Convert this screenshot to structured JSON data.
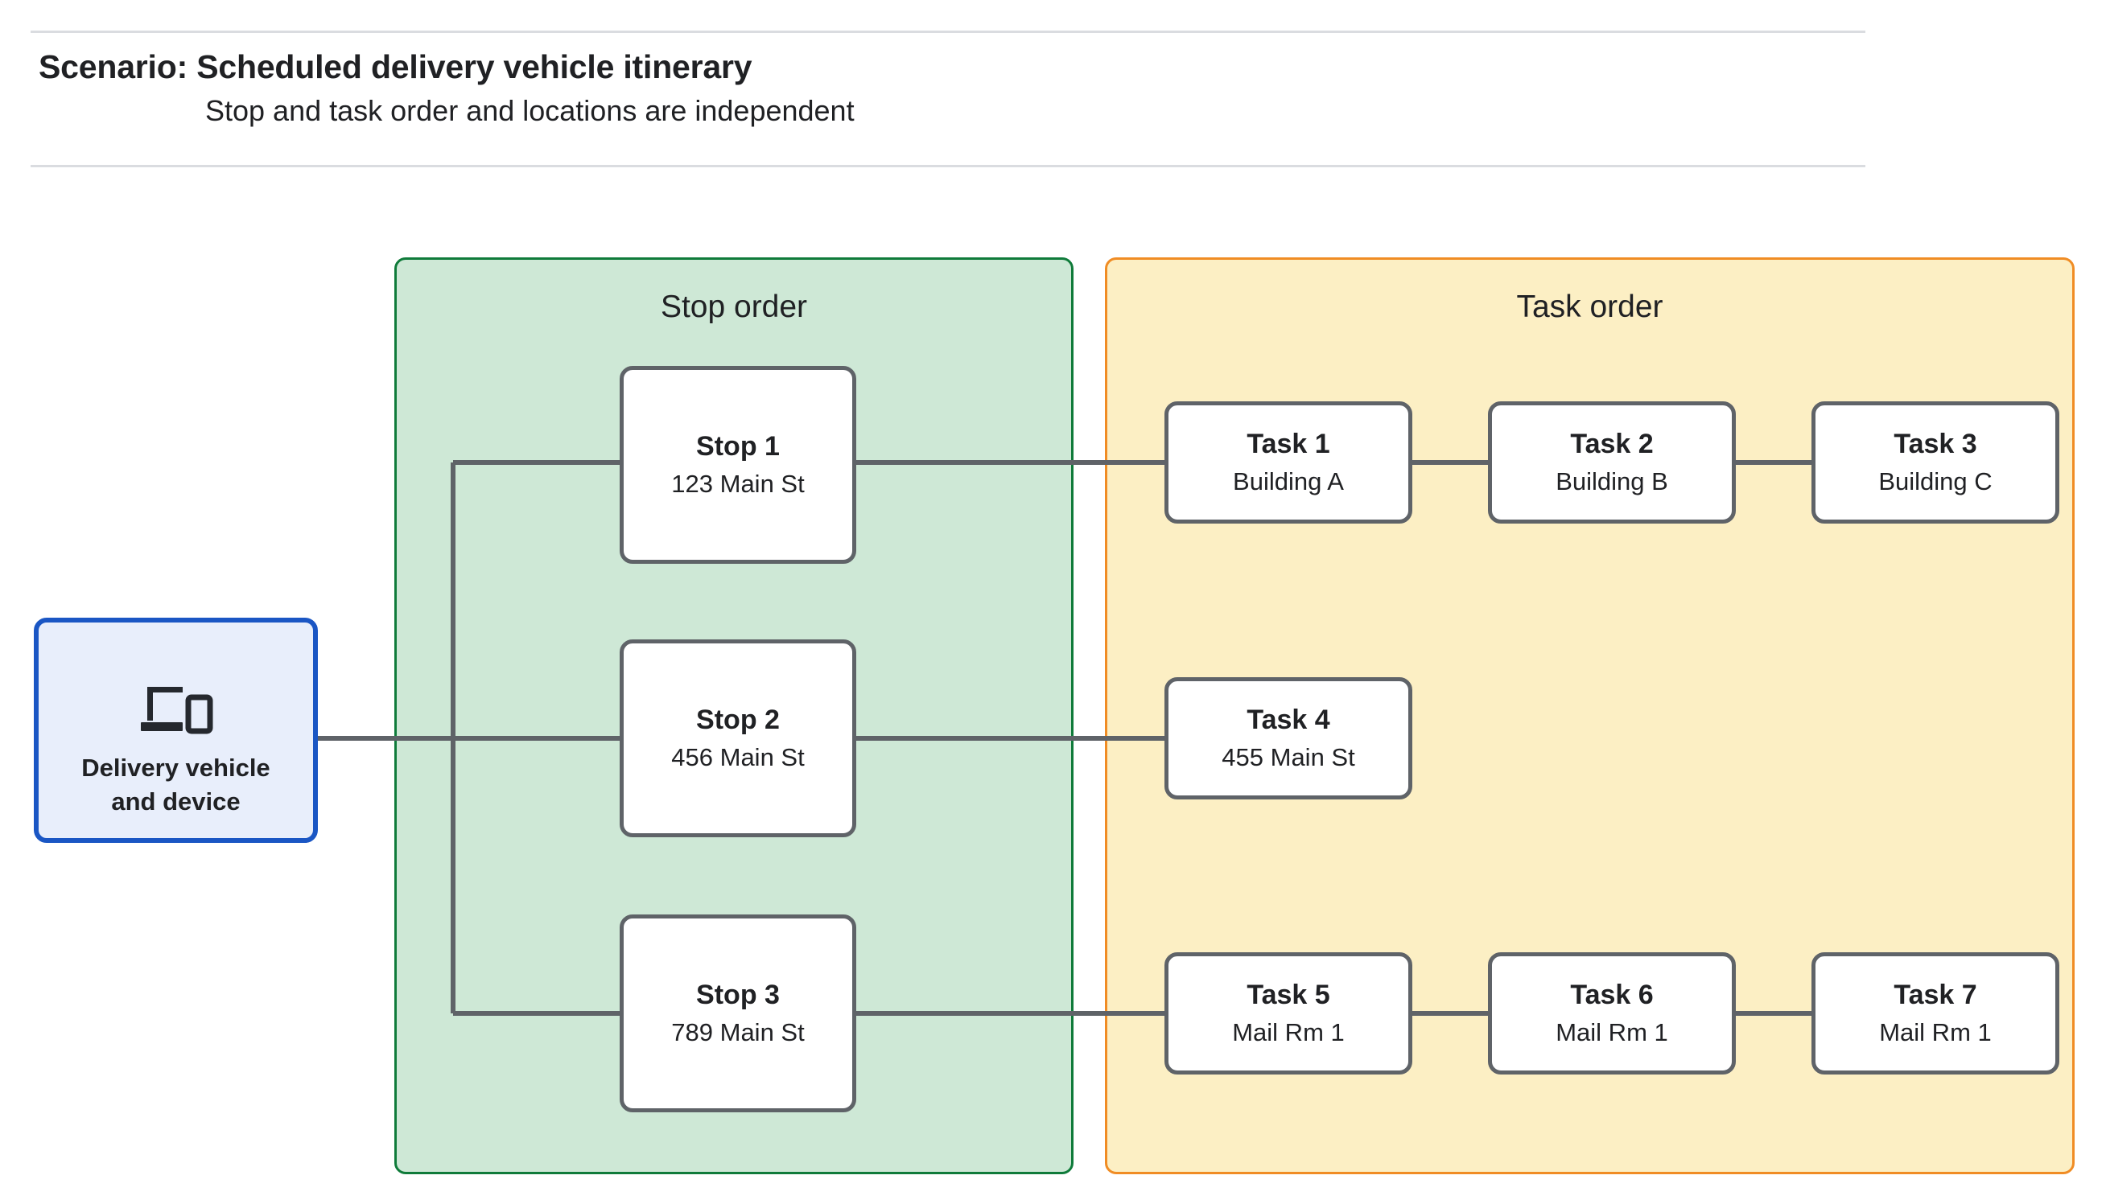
{
  "header": {
    "title": "Scenario: Scheduled delivery vehicle itinerary",
    "subtitle": "Stop and task order and locations are independent"
  },
  "device": {
    "icon": "devices-icon",
    "label": "Delivery vehicle\nand device",
    "border_color": "#1a56c4",
    "fill_color": "#e8eefb"
  },
  "groups": {
    "stop": {
      "title": "Stop order",
      "fill_color": "#cee8d6",
      "border_color": "#0f7b3a"
    },
    "task": {
      "title": "Task order",
      "fill_color": "#fcefc4",
      "border_color": "#f08c24"
    }
  },
  "stops": [
    {
      "title": "Stop 1",
      "address": "123 Main St"
    },
    {
      "title": "Stop 2",
      "address": "456 Main St"
    },
    {
      "title": "Stop 3",
      "address": "789 Main St"
    }
  ],
  "task_rows": [
    [
      {
        "title": "Task 1",
        "location": "Building A"
      },
      {
        "title": "Task 2",
        "location": "Building B"
      },
      {
        "title": "Task 3",
        "location": "Building C"
      }
    ],
    [
      {
        "title": "Task 4",
        "location": "455 Main St"
      }
    ],
    [
      {
        "title": "Task 5",
        "location": "Mail Rm 1"
      },
      {
        "title": "Task 6",
        "location": "Mail Rm 1"
      },
      {
        "title": "Task 7",
        "location": "Mail Rm 1"
      }
    ]
  ],
  "connector_color": "#5f6368"
}
